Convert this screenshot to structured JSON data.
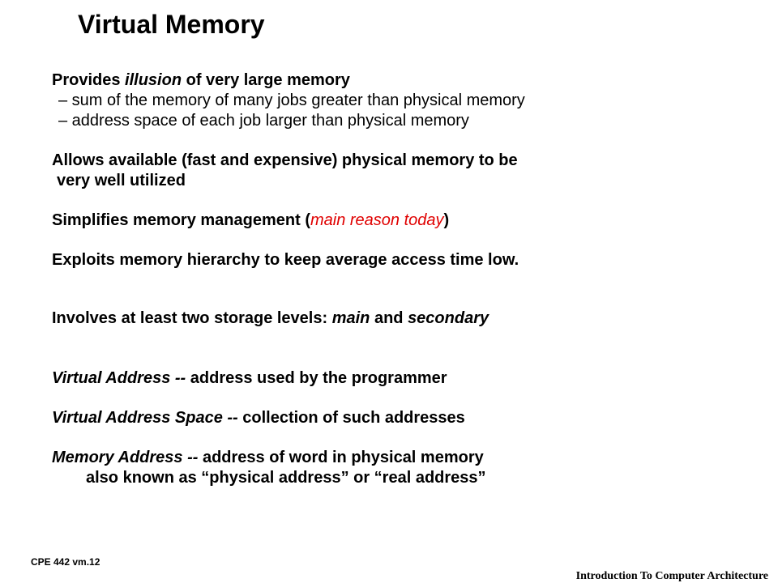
{
  "title": "Virtual Memory",
  "bullets": {
    "illusion": {
      "pre": "Provides ",
      "em": "illusion",
      "post": " of very large memory",
      "sub1": "– sum of the memory of many jobs greater than physical memory",
      "sub2": "– address space of each job larger than physical memory"
    },
    "utilized": {
      "line1": "Allows available (fast and expensive) physical memory to be",
      "line2": "very well utilized"
    },
    "simplifies": {
      "pre": "Simplifies memory management (",
      "red": "main reason today",
      "post": ")"
    },
    "exploits": "Exploits memory hierarchy to keep average access time low.",
    "involves": {
      "pre": "Involves at least two storage levels: ",
      "em1": "main",
      "mid": " and ",
      "em2": "secondary"
    }
  },
  "definitions": {
    "virtual_address": {
      "term": "Virtual Address -- ",
      "desc": " address used by the programmer"
    },
    "virtual_address_space": {
      "term": "Virtual Address Space -- ",
      "desc": " collection of such addresses"
    },
    "memory_address": {
      "term": "Memory Address -- ",
      "desc": " address of word in physical memory",
      "line2": "also known as “physical address” or “real address”"
    }
  },
  "footer": {
    "left": "CPE 442  vm.12",
    "right": "Introduction To Computer Architecture"
  }
}
